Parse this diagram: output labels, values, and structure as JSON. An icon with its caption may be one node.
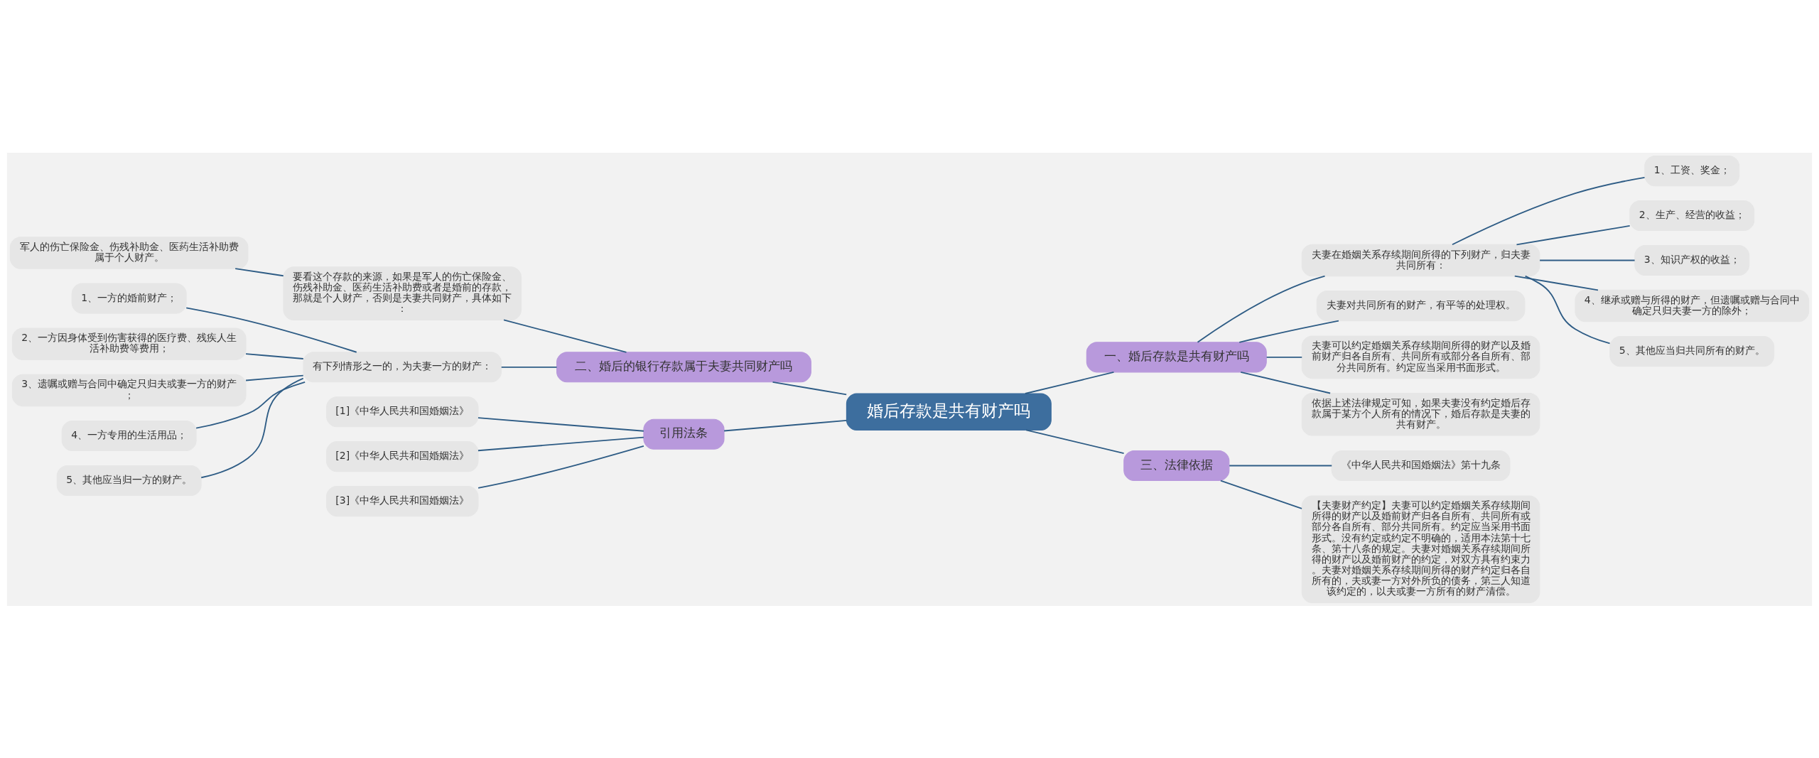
{
  "diagram": {
    "nodes": [
      {
        "text": [
          "婚后存款是共有财产吗"
        ]
      },
      {
        "text": [
          "一、婚后存款是共有财产吗"
        ]
      },
      {
        "text": [
          "夫妻在婚姻关系存续期间所得的下列财产，归夫妻共同所有："
        ]
      },
      {
        "text": [
          "1、工资、奖金；"
        ]
      },
      {
        "text": [
          "2、生产、经营的收益；"
        ]
      },
      {
        "text": [
          "3、知识产权的收益；"
        ]
      },
      {
        "text": [
          "4、继承或赠与所得的财产，但遗嘱或赠与合同中确定只归夫妻一方的除外；"
        ]
      },
      {
        "text": [
          "5、其他应当归共同所有的财产。"
        ]
      },
      {
        "text": [
          "夫妻对共同所有的财产，有平等的处理权。"
        ]
      },
      {
        "text": [
          "夫妻可以约定婚姻关系存续期间所得的财产以及婚前财产归各自所有、共同所有或部分各自所有、部分共同所有。约定应当采用书面形式。"
        ]
      },
      {
        "text": [
          "依据上述法律规定可知，如果夫妻没有约定婚后存款属于某方个人所有的情况下，婚后存款是夫妻的共有财产。"
        ]
      },
      {
        "text": [
          "三、法律依据"
        ]
      },
      {
        "text": [
          "《中华人民共和国婚姻法》第十九条"
        ]
      },
      {
        "text": [
          "【夫妻财产约定】夫妻可以约定婚姻关系存续期间所得的财产以及婚前财产归各自所有、共同所有或部分各自所有、部分共同所有。约定应当采用书面形式。没有约定或约定不明确的，适用本法第十七条、第十八条的规定。夫妻对婚姻关系存续期间所得的财产以及婚前财产的约定，对双方具有约束力。夫妻对婚姻关系存续期间所得的财产约定归各自所有的，夫或妻一方对外所负的债务，第三人知道该约定的，以夫或妻一方所有的财产清偿。"
        ]
      },
      {
        "text": [
          "二、婚后的银行存款属于夫妻共同财产吗"
        ]
      },
      {
        "text": [
          "要看这个存款的来源，如果是军人的伤亡保险金、伤残补助金、医药生活补助费或者是婚前的存款，那就是个人财产，否则是夫妻共同财产，具体如下："
        ]
      },
      {
        "text": [
          "军人的伤亡保险金、伤残补助金、医药生活补助费属于个人财产。"
        ]
      },
      {
        "text": [
          "有下列情形之一的，为夫妻一方的财产："
        ]
      },
      {
        "text": [
          "1、一方的婚前财产；"
        ]
      },
      {
        "text": [
          "2、一方因身体受到伤害获得的医疗费、残疾人生活补助费等费用；"
        ]
      },
      {
        "text": [
          "3、遗嘱或赠与合同中确定只归夫或妻一方的财产；"
        ]
      },
      {
        "text": [
          "4、一方专用的生活用品；"
        ]
      },
      {
        "text": [
          "5、其他应当归一方的财产。"
        ]
      },
      {
        "text": [
          "引用法条"
        ]
      },
      {
        "text": [
          "[1]《中华人民共和国婚姻法》"
        ]
      },
      {
        "text": [
          "[2]《中华人民共和国婚姻法》"
        ]
      },
      {
        "text": [
          "[3]《中华人民共和国婚姻法》"
        ]
      }
    ],
    "edges": [
      {
        "from": 0,
        "to": 1,
        "arrow": "none"
      },
      {
        "from": 1,
        "to": 2,
        "arrow": "none"
      },
      {
        "from": 2,
        "to": 3,
        "arrow": "none"
      },
      {
        "from": 2,
        "to": 4,
        "arrow": "none"
      },
      {
        "from": 2,
        "to": 5,
        "arrow": "none"
      },
      {
        "from": 2,
        "to": 6,
        "arrow": "none"
      },
      {
        "from": 2,
        "to": 7,
        "arrow": "none"
      },
      {
        "from": 1,
        "to": 8,
        "arrow": "none"
      },
      {
        "from": 1,
        "to": 9,
        "arrow": "none"
      },
      {
        "from": 1,
        "to": 10,
        "arrow": "none"
      },
      {
        "from": 0,
        "to": 11,
        "arrow": "none"
      },
      {
        "from": 11,
        "to": 12,
        "arrow": "none"
      },
      {
        "from": 11,
        "to": 13,
        "arrow": "none"
      },
      {
        "from": 0,
        "to": 14,
        "arrow": "none"
      },
      {
        "from": 14,
        "to": 15,
        "arrow": "none"
      },
      {
        "from": 15,
        "to": 16,
        "arrow": "none"
      },
      {
        "from": 14,
        "to": 17,
        "arrow": "none"
      },
      {
        "from": 17,
        "to": 18,
        "arrow": "none"
      },
      {
        "from": 17,
        "to": 19,
        "arrow": "none"
      },
      {
        "from": 17,
        "to": 20,
        "arrow": "none"
      },
      {
        "from": 17,
        "to": 21,
        "arrow": "none"
      },
      {
        "from": 17,
        "to": 22,
        "arrow": "none"
      },
      {
        "from": 0,
        "to": 23,
        "arrow": "none"
      },
      {
        "from": 23,
        "to": 24,
        "arrow": "none"
      },
      {
        "from": 23,
        "to": 25,
        "arrow": "none"
      },
      {
        "from": 23,
        "to": 26,
        "arrow": "none"
      }
    ]
  }
}
